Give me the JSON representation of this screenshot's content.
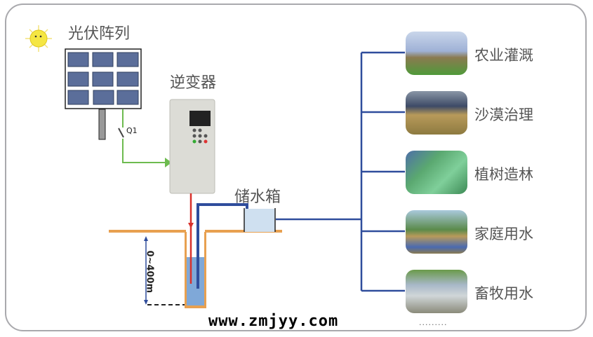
{
  "title_pv": "光伏阵列",
  "title_inverter": "逆变器",
  "title_tank": "储水箱",
  "switch_label": "Q1",
  "depth_label": "0~400m",
  "applications": [
    {
      "label": "农业灌溉",
      "icon": "agriculture-irrigation-photo"
    },
    {
      "label": "沙漠治理",
      "icon": "desert-control-photo"
    },
    {
      "label": "植树造林",
      "icon": "afforestation-photo"
    },
    {
      "label": "家庭用水",
      "icon": "household-water-photo"
    },
    {
      "label": "畜牧用水",
      "icon": "livestock-water-photo"
    }
  ],
  "more": ".........",
  "website": "www.zmjyy.com",
  "colors": {
    "power": "#6dbb4f",
    "pipe": "#2f4d9c",
    "cable": "#d9312b",
    "ground": "#e8a050"
  }
}
